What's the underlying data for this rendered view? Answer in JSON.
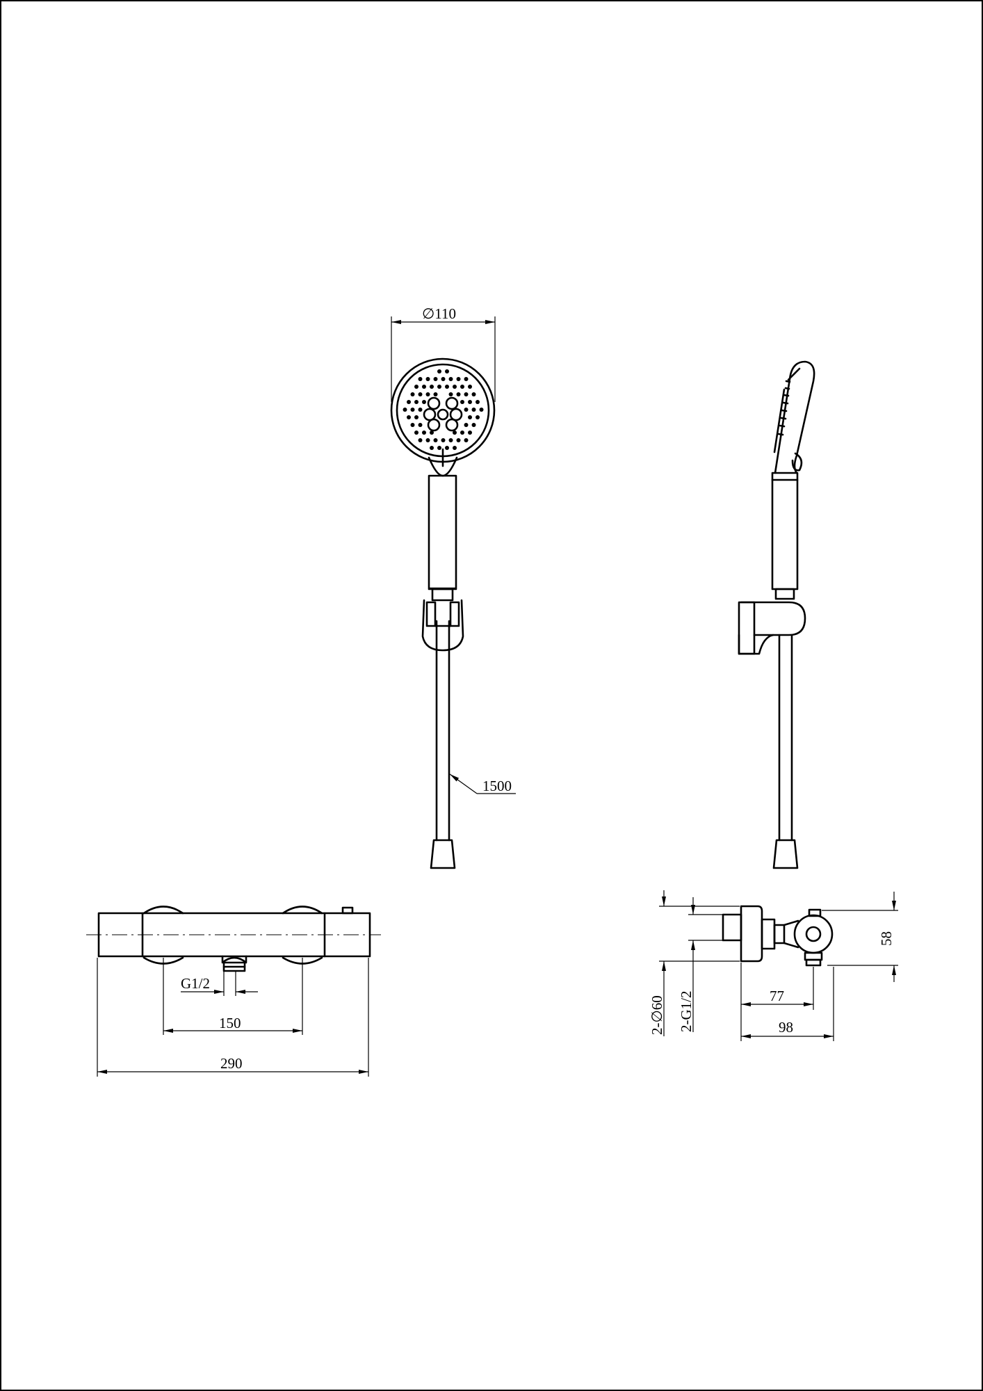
{
  "dimensions": {
    "head_diameter": "∅110",
    "hose_length": "1500",
    "inlet_thread": "G1/2",
    "inlet_centers": "150",
    "overall_width": "290",
    "side_flange_diameter": "2-∅60",
    "side_thread": "2-G1/2",
    "side_depth_1": "77",
    "side_depth_2": "98",
    "side_height": "58"
  }
}
